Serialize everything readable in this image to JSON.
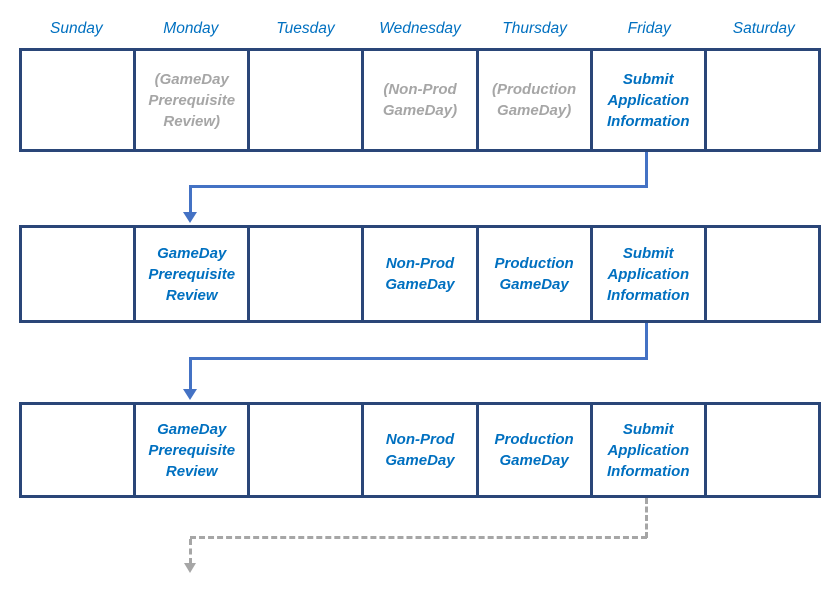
{
  "days": [
    "Sunday",
    "Monday",
    "Tuesday",
    "Wednesday",
    "Thursday",
    "Friday",
    "Saturday"
  ],
  "weeks": [
    {
      "cells": [
        "",
        "(GameDay Prerequisite Review)",
        "",
        "(Non-Prod GameDay)",
        "(Production GameDay)",
        "Submit Application Information",
        ""
      ]
    },
    {
      "cells": [
        "",
        "GameDay Prerequisite Review",
        "",
        "Non-Prod GameDay",
        "Production GameDay",
        "Submit Application Information",
        ""
      ]
    },
    {
      "cells": [
        "",
        "GameDay Prerequisite Review",
        "",
        "Non-Prod GameDay",
        "Production GameDay",
        "Submit Application Information",
        ""
      ]
    }
  ],
  "colors": {
    "day_header_text": "#0070C0",
    "active_event_text": "#0070C0",
    "tentative_event_text": "#A6A6A6",
    "table_border": "#2A4678",
    "solid_connector": "#4472C4",
    "dashed_connector": "#A6A6A6"
  }
}
